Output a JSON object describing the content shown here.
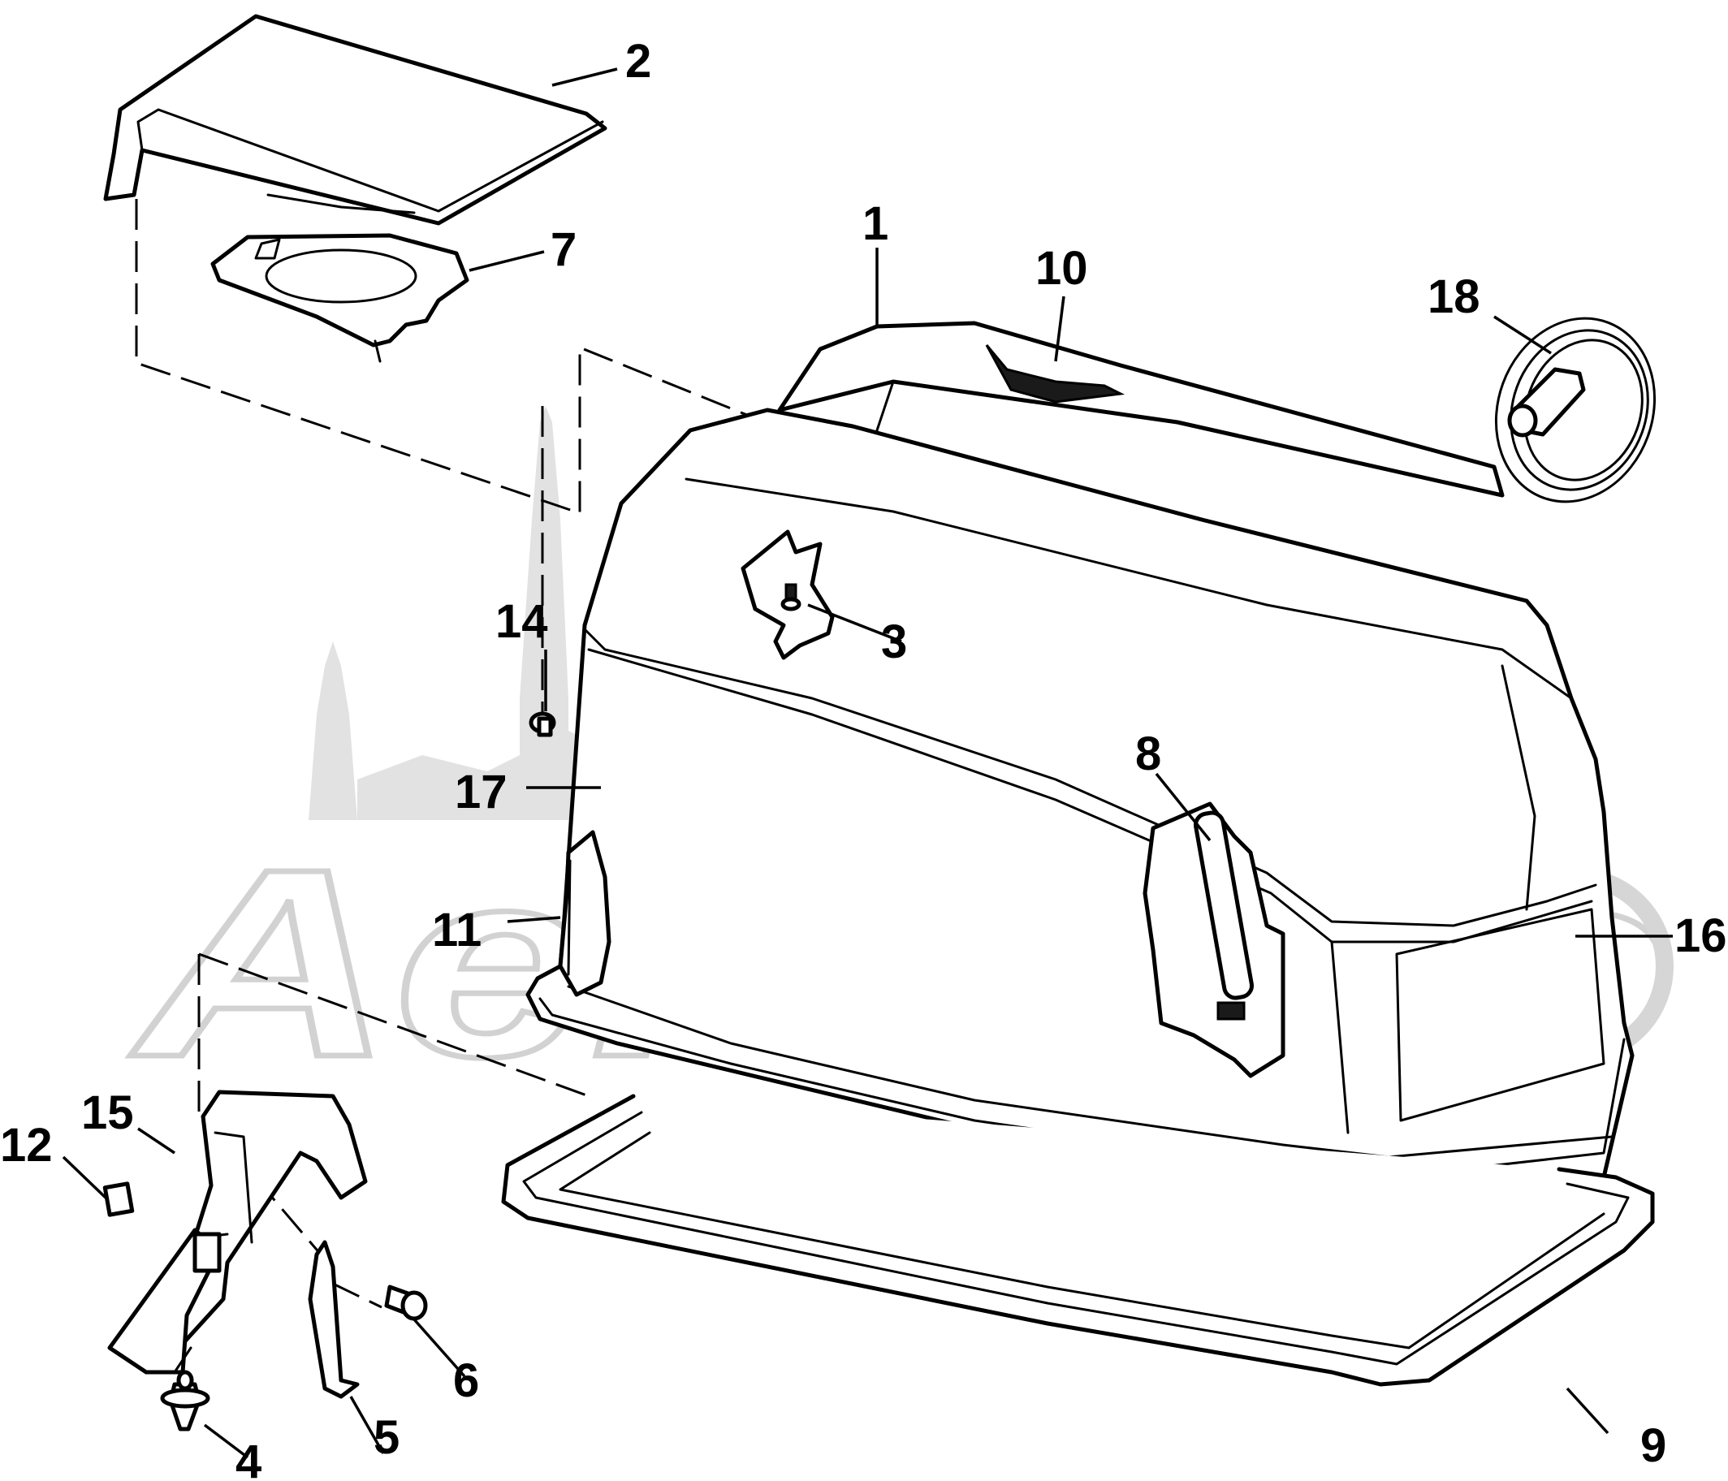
{
  "watermark": {
    "text": "AerMotio",
    "color": "#d0d0d0"
  },
  "callouts": [
    {
      "id": "1",
      "label": "1"
    },
    {
      "id": "2",
      "label": "2"
    },
    {
      "id": "3",
      "label": "3"
    },
    {
      "id": "4",
      "label": "4"
    },
    {
      "id": "5",
      "label": "5"
    },
    {
      "id": "6",
      "label": "6"
    },
    {
      "id": "7",
      "label": "7"
    },
    {
      "id": "8",
      "label": "8"
    },
    {
      "id": "9",
      "label": "9"
    },
    {
      "id": "10",
      "label": "10"
    },
    {
      "id": "11",
      "label": "11"
    },
    {
      "id": "12",
      "label": "12"
    },
    {
      "id": "14",
      "label": "14"
    },
    {
      "id": "15",
      "label": "15"
    },
    {
      "id": "16",
      "label": "16"
    },
    {
      "id": "17",
      "label": "17"
    },
    {
      "id": "18",
      "label": "18"
    }
  ]
}
